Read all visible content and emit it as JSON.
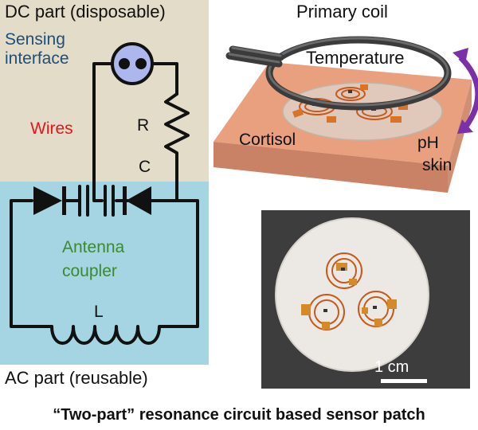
{
  "circuit": {
    "dc_label": "DC part (disposable)",
    "ac_label": "AC part (reusable)",
    "sensing_interface_line1": "Sensing",
    "sensing_interface_line2": "interface",
    "wires_label": "Wires",
    "r_label": "R",
    "c_label": "C",
    "antenna_coupler_line1": "Antenna",
    "antenna_coupler_line2": "coupler",
    "l_label": "L",
    "colors": {
      "dc_region": "#e3dcc9",
      "ac_region": "#a5d5e2",
      "sensing_interface_text": "#1f4e79",
      "wires_text": "#e8141b",
      "antenna_coupler_text": "#3b8a2e"
    }
  },
  "patch_render": {
    "primary_coil_label": "Primary coil",
    "temperature_label": "Temperature",
    "cortisol_label": "Cortisol",
    "ph_label": "pH",
    "skin_label": "skin",
    "colors": {
      "skin": "#e8a07e",
      "arrow": "#7b2fa8"
    }
  },
  "photo": {
    "scale_bar_label": "1 cm"
  },
  "caption": "“Two-part” resonance circuit based sensor patch"
}
